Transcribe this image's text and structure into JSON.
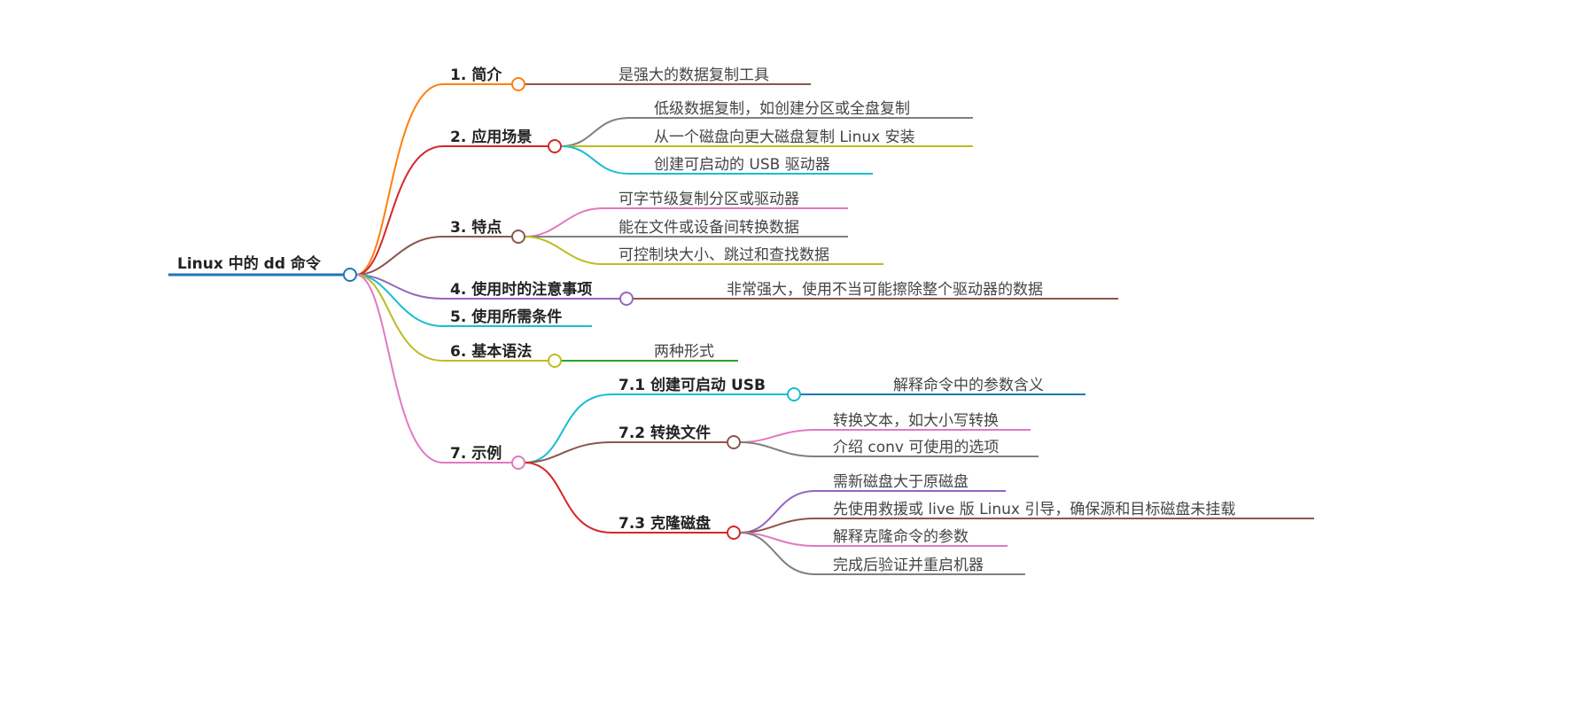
{
  "root": {
    "label": "Linux 中的 dd 命令"
  },
  "branches": [
    {
      "label": "1. 简介",
      "children": [
        "是强大的数据复制工具"
      ]
    },
    {
      "label": "2. 应用场景",
      "children": [
        "低级数据复制，如创建分区或全盘复制",
        "从一个磁盘向更大磁盘复制 Linux 安装",
        "创建可启动的 USB 驱动器"
      ]
    },
    {
      "label": "3. 特点",
      "children": [
        "可字节级复制分区或驱动器",
        "能在文件或设备间转换数据",
        "可控制块大小、跳过和查找数据"
      ]
    },
    {
      "label": "4. 使用时的注意事项",
      "children": [
        "非常强大，使用不当可能擦除整个驱动器的数据"
      ]
    },
    {
      "label": "5. 使用所需条件",
      "children": []
    },
    {
      "label": "6. 基本语法",
      "children": [
        "两种形式"
      ]
    },
    {
      "label": "7. 示例",
      "subs": [
        {
          "label": "7.1 创建可启动 USB",
          "children": [
            "解释命令中的参数含义"
          ]
        },
        {
          "label": "7.2 转换文件",
          "children": [
            "转换文本，如大小写转换",
            "介绍 conv 可使用的选项"
          ]
        },
        {
          "label": "7.3 克隆磁盘",
          "children": [
            "需新磁盘大于原磁盘",
            "先使用救援或 live 版 Linux 引导，确保源和目标磁盘未挂载",
            "解释克隆命令的参数",
            "完成后验证并重启机器"
          ]
        }
      ]
    }
  ],
  "colors": {
    "blue": "#1f77b4",
    "orange": "#ff7f0e",
    "red": "#d62728",
    "brown": "#8c564b",
    "purple": "#9467bd",
    "cyan": "#17becf",
    "olive": "#bcbd22",
    "green": "#2ca02c",
    "pink": "#e377c2",
    "gray": "#7f7f7f"
  }
}
